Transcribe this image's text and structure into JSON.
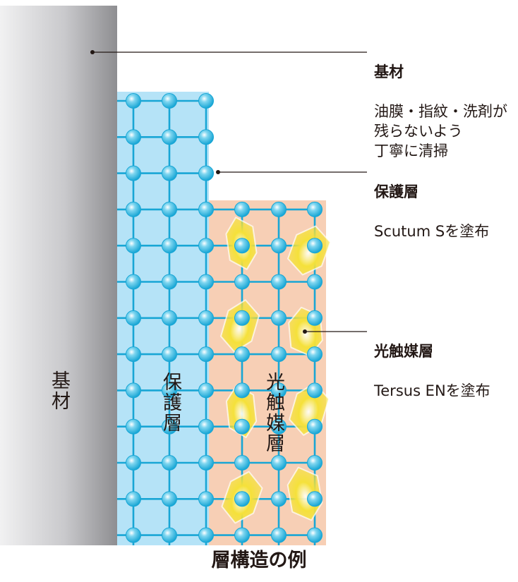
{
  "labels": {
    "substrate": {
      "title": "基材",
      "description": "油膜・指紋・洗剤が\n残らないよう\n丁寧に清掃"
    },
    "protective": {
      "title": "保護層",
      "description": "Scutum Sを塗布"
    },
    "photocatalyst": {
      "title": "光触媒層",
      "description": "Tersus ENを塗布"
    }
  },
  "vertical_labels": {
    "substrate": "基材",
    "protective": "保護層",
    "photocatalyst": "光触媒層"
  },
  "caption": "層構造の例",
  "colors": {
    "substrate_dark": "#8e8e91",
    "substrate_light": "#f1f1f2",
    "protective_bg": "#b5e3f7",
    "photocatalyst_bg": "#f7cfb5",
    "lattice": "#18a6d5",
    "particle": "#f5e13a",
    "leader_line": "#231815"
  }
}
